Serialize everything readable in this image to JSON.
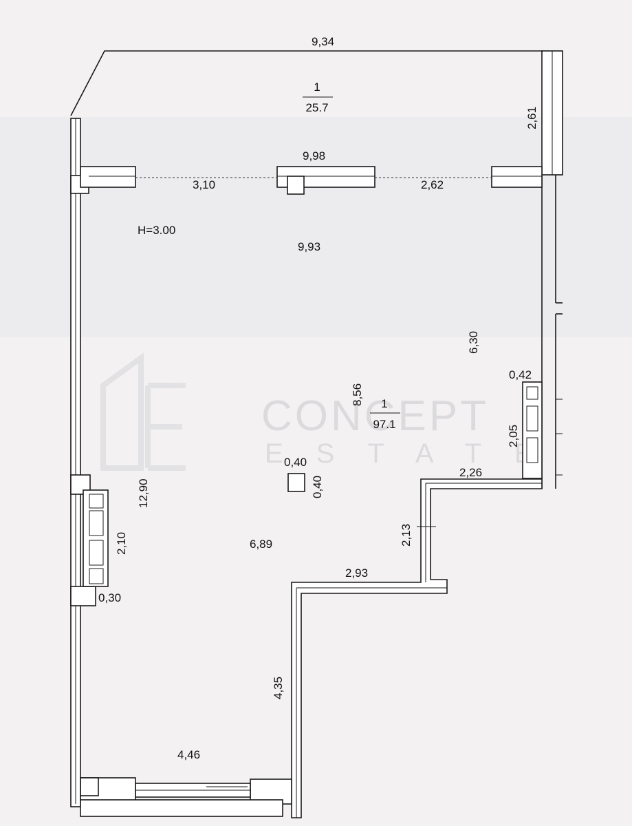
{
  "plan": {
    "ceiling_height": "H=3.00",
    "rooms": [
      {
        "number": "1",
        "area": "25.7"
      },
      {
        "number": "1",
        "area": "97.1"
      }
    ],
    "dimensions": {
      "top_width": "9,34",
      "balcony_right_depth": "2,61",
      "beam_width": "9,98",
      "beam_left": "3,10",
      "beam_right": "2,62",
      "main_width": "9,93",
      "right_wall_upper": "6,30",
      "center_height": "8,56",
      "niche_width": "0,42",
      "niche_height": "2,05",
      "column_width": "0,40",
      "column_depth": "0,40",
      "step_width_upper": "2,26",
      "step_height": "2,13",
      "step_width_lower": "2,93",
      "left_wall_height": "12,90",
      "left_niche_height": "2,10",
      "left_niche_depth": "0,30",
      "middle_width": "6,89",
      "lower_height": "4,35",
      "bottom_width": "4,46"
    },
    "watermark": {
      "brand": "CONCEPT",
      "sub": "ESTATE"
    }
  }
}
